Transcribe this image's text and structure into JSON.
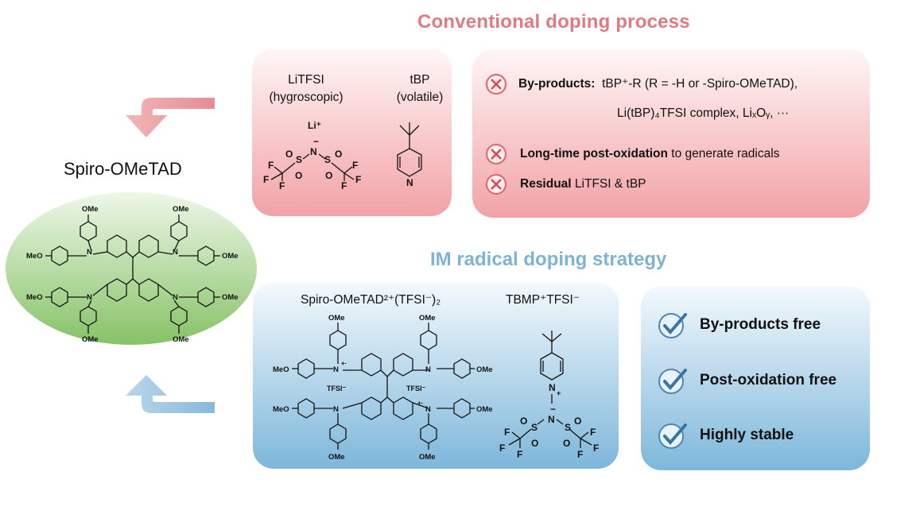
{
  "top_title": "Conventional doping process",
  "bottom_title": "IM radical doping strategy",
  "left_label": "Spiro-OMeTAD",
  "top_left_panel": {
    "litfsi_name": "LiTFSI",
    "litfsi_note": "(hygroscopic)",
    "tbp_name": "tBP",
    "tbp_note": "(volatile)",
    "li_ion": "Li⁺"
  },
  "drawbacks": [
    {
      "icon": "cross-icon",
      "bold": "By-products:",
      "text": "tBP⁺-R (R = -H or -Spiro-OMeTAD),",
      "text2": "Li(tBP)₄TFSI complex,  LiₓOᵧ,  ···"
    },
    {
      "icon": "cross-icon",
      "bold": "Long-time post-oxidation",
      "text": " to generate radicals"
    },
    {
      "icon": "cross-icon",
      "bold": "Residual",
      "text": " LiTFSI & tBP"
    }
  ],
  "bottom_left_panel": {
    "spiro_dication": "Spiro-OMeTAD²⁺(TFSI⁻)₂",
    "tbmp": "TBMP⁺TFSI⁻",
    "tfsi_label": "TFSI⁻",
    "ome": "OMe",
    "meo": "MeO"
  },
  "benefits": [
    {
      "icon": "check-icon",
      "text": "By-products free"
    },
    {
      "icon": "check-icon",
      "text": "Post-oxidation free"
    },
    {
      "icon": "check-icon",
      "text": "Highly stable"
    }
  ],
  "colors": {
    "pink": "#f2a2a6",
    "blue": "#7db7da",
    "green": "#8bc46c",
    "title_red": "#e07a80",
    "title_blue": "#7fb3d4"
  }
}
